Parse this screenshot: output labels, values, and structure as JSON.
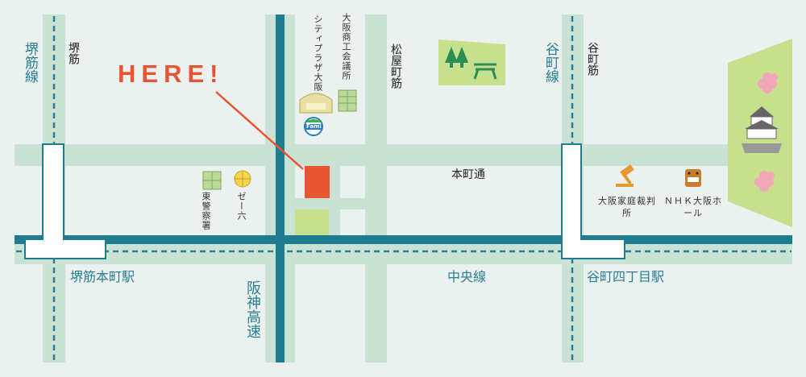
{
  "marker": {
    "label": "HERE!"
  },
  "lines": {
    "sakaisuji_line": "堺筋線",
    "tanimachi_line": "谷町線",
    "chuo_line": "中央線",
    "hanshin_expressway": "阪神高速"
  },
  "roads": {
    "sakaisuji": "堺筋",
    "matsuyamachisuji": "松屋町筋",
    "tanimachisuji": "谷町筋",
    "honmachi_dori": "本町通"
  },
  "stations": {
    "sakaisuji_honmachi": "堺筋本町駅",
    "tanimachi_yonchome": "谷町四丁目駅"
  },
  "landmarks": {
    "city_plaza": "シティプラザ大阪",
    "chamber_of_commerce": "大阪商工会議所",
    "family_mart": "Fami",
    "police": "東警察署",
    "zeroku": "ゼー六",
    "family_court": "大阪家庭裁判所",
    "nhk": "ＮＨＫ大阪ホール"
  },
  "colors": {
    "marker": "#e85535",
    "rail": "#2a7f94",
    "road": "#c9e2d4",
    "park": "#c7e08e"
  }
}
